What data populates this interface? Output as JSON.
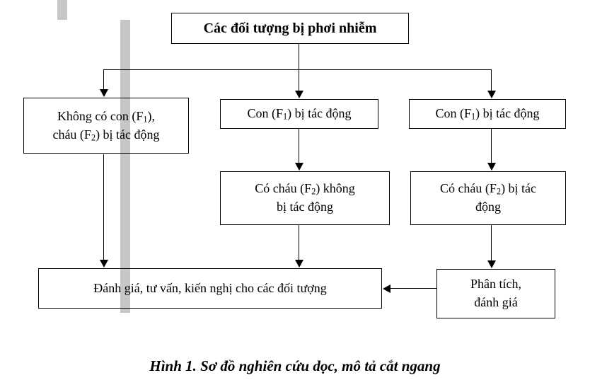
{
  "figure": {
    "caption": "Hình 1. Sơ đồ nghiên cứu dọc, mô tả cắt ngang",
    "background_color": "#ffffff",
    "line_color": "#000000",
    "marker_bar_color": "#c6c6c6"
  },
  "nodes": {
    "root": {
      "id": "exposed-subjects",
      "label": "Các đối tượng bị phơi nhiễm"
    },
    "branch_left": {
      "id": "no-children-grandchildren-affected",
      "line1_a": "Không có con (F",
      "line1_sub": "1",
      "line1_b": "),",
      "line2_a": "cháu (F",
      "line2_sub": "2",
      "line2_b": ")  bị tác động"
    },
    "branch_middle": {
      "id": "children-affected-middle",
      "text_a": "Con (F",
      "text_sub": "1",
      "text_b": ") bị tác động"
    },
    "branch_right": {
      "id": "children-affected-right",
      "text_a": "Con (F",
      "text_sub": "1",
      "text_b": ") bị tác động"
    },
    "middle_second": {
      "id": "grandchildren-not-affected",
      "line1_a": "Có cháu (F",
      "line1_sub": "2",
      "line1_b": ") không",
      "line2": "bị tác động"
    },
    "right_second": {
      "id": "grandchildren-affected",
      "line1_a": "Có cháu (F",
      "line1_sub": "2",
      "line1_b": ") bị tác",
      "line2": "động"
    },
    "outcome": {
      "id": "evaluate-advise-recommend",
      "label": "Đánh giá, tư vấn, kiến nghị cho các đối tượng"
    },
    "analysis": {
      "id": "analysis-evaluation",
      "line1": "Phân tích,",
      "line2": "đánh giá"
    }
  }
}
